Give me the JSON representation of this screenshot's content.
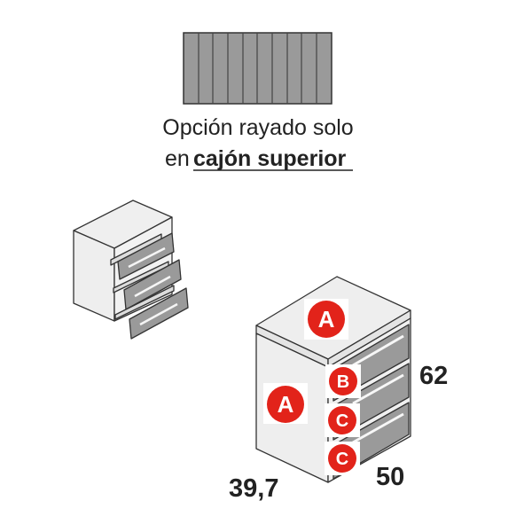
{
  "caption": {
    "line1": "Opción rayado solo",
    "line2_prefix": "en",
    "line2_emphasis": "cajón superior"
  },
  "dimensions": {
    "height": "62",
    "width": "50",
    "depth": "39,7"
  },
  "labels": {
    "top": "A",
    "side": "A",
    "drawer_top": "B",
    "drawer_middle": "C",
    "drawer_bottom": "C"
  },
  "colors": {
    "badge": "#e2231a",
    "panel_gray": "#9a9a9a",
    "carcass": "#eeeeee",
    "outline": "#333333"
  }
}
